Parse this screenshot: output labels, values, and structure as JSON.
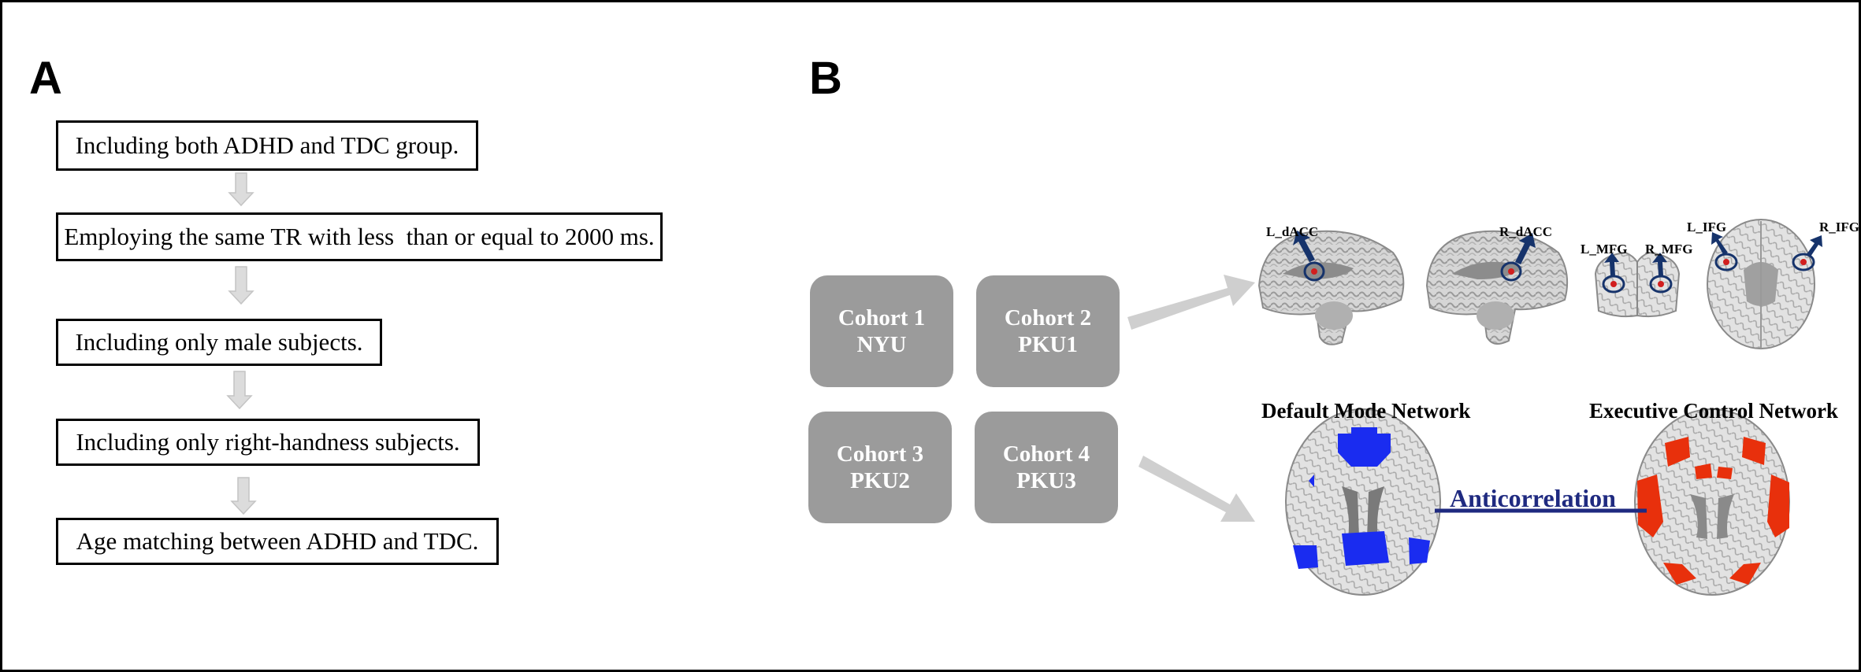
{
  "panels": {
    "a_label": "A",
    "b_label": "B"
  },
  "flow_steps": [
    "Including both ADHD and TDC group.",
    "Employing the same TR with less  than or equal to 2000 ms.",
    "Including only male subjects.",
    "Including only right-handness subjects.",
    "Age matching between ADHD and TDC."
  ],
  "cohorts": [
    {
      "name": "Cohort 1",
      "site": "NYU"
    },
    {
      "name": "Cohort 2",
      "site": "PKU1"
    },
    {
      "name": "Cohort 3",
      "site": "PKU2"
    },
    {
      "name": "Cohort 4",
      "site": "PKU3"
    }
  ],
  "roi_labels": [
    "L_dACC",
    "R_dACC",
    "L_MFG",
    "R_MFG",
    "L_IFG",
    "R_IFG"
  ],
  "networks": {
    "dmn": "Default Mode Network",
    "ecn": "Executive Control Network",
    "relation": "Anticorrelation"
  },
  "colors": {
    "dmn_blue": "#1a2cf0",
    "ecn_red": "#e8300c",
    "roi_arrow": "#16336b",
    "anticorrelation_line": "#1f2a80",
    "cohort_box": "#9b9b9b"
  }
}
